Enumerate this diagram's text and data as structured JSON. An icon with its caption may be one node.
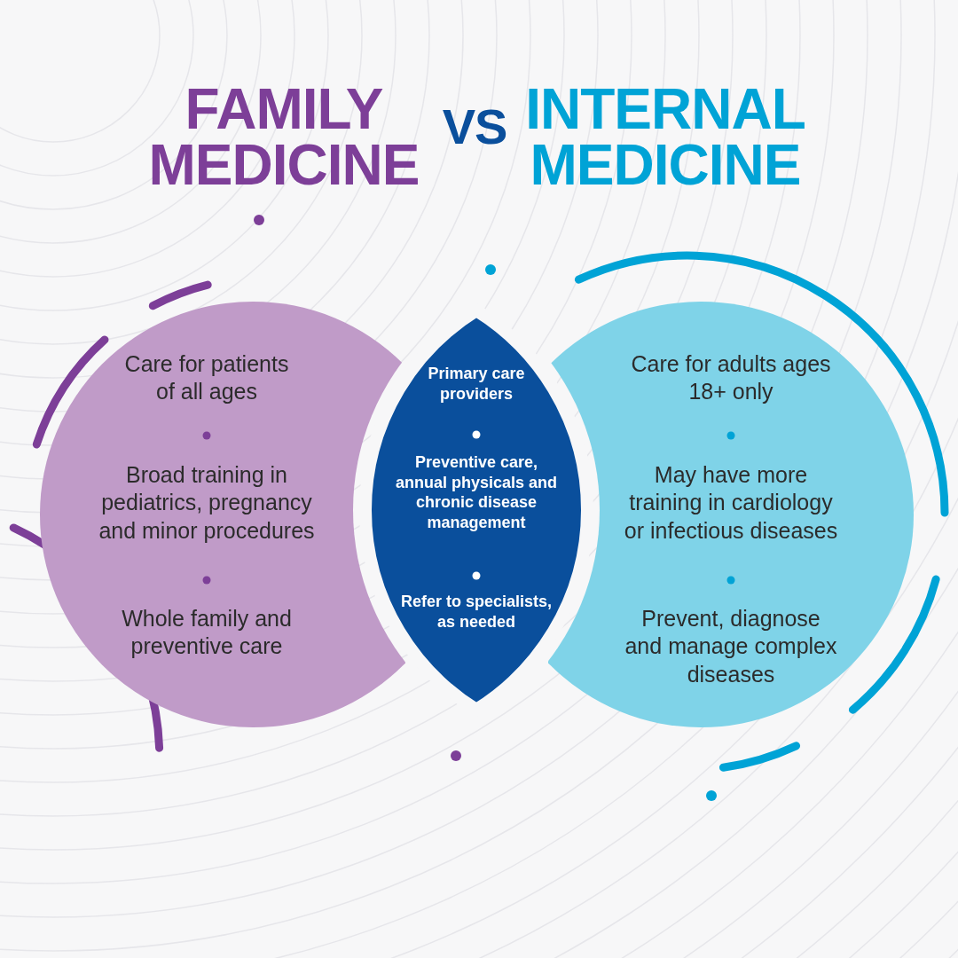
{
  "diagram": {
    "nodes": [
      {
        "text": [
          "Care for patients of all ages",
          "Broad training in pediatrics, pregnancy and minor procedures",
          "Whole family and preventive care"
        ]
      },
      {
        "text": [
          "Care for adults ages 18+ only",
          "May have more training in cardiology or infectious diseases",
          "Prevent, diagnose and manage complex diseases"
        ]
      },
      {
        "text": [
          "Primary care providers",
          "Preventive care, annual physicals and chronic disease management",
          "Refer to specialists, as needed"
        ]
      }
    ],
    "edges": [],
    "labels": [
      "FAMILY MEDICINE",
      "VS",
      "INTERNAL MEDICINE"
    ]
  }
}
